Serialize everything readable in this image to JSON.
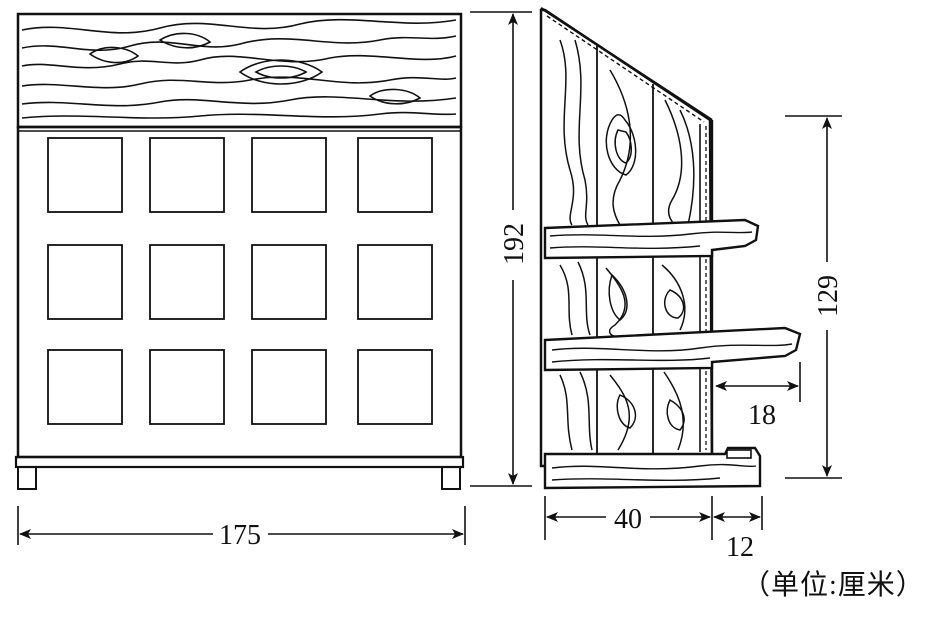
{
  "dimensions": {
    "width": "175",
    "height": "192",
    "inner_height": "129",
    "shelf_overhang": "18",
    "base_depth": "40",
    "lip_depth": "12"
  },
  "unit_note": "（单位:厘米）"
}
